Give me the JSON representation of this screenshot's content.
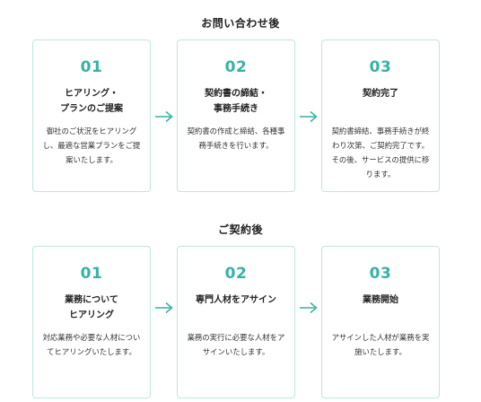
{
  "sections": [
    {
      "title": "お問い合わせ後",
      "steps": [
        {
          "number": "01",
          "title": "ヒアリング・\nプランのご提案",
          "description": "御社のご状況をヒアリング\nし、最適な営業プランをご提\n案いたします。"
        },
        {
          "number": "02",
          "title": "契約書の締結・\n事務手続き",
          "description": "契約書の作成と締結、各種事\n務手続きを行います。"
        },
        {
          "number": "03",
          "title": "契約完了",
          "description": "契約書締結、事務手続きが終\nわり次第、ご契約完了です。\nその後、サービスの提供に移\nります。"
        }
      ]
    },
    {
      "title": "ご契約後",
      "steps": [
        {
          "number": "01",
          "title": "業務について\nヒアリング",
          "description": "対応業務や必要な人材につい\nてヒアリングいたします。"
        },
        {
          "number": "02",
          "title": "専門人材をアサイン",
          "description": "業務の実行に必要な人材をア\nサインいたします。"
        },
        {
          "number": "03",
          "title": "業務開始",
          "description": "アサインした人材が業務を実\n施いたします。"
        }
      ]
    }
  ],
  "icons": {
    "arrow": "arrow-right-icon"
  },
  "colors": {
    "accent": "#35b2a3",
    "card_border": "#bfe6e1",
    "text": "#222222"
  }
}
